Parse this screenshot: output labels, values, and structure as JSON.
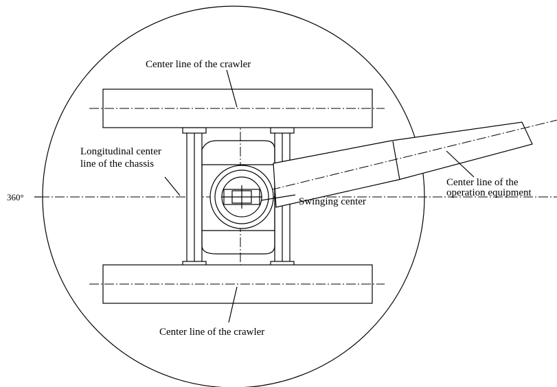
{
  "diagram": {
    "labels": {
      "crawler_top": "Center line of the crawler",
      "crawler_bottom": "Center line of the crawler",
      "longitudinal_line1": "Longitudinal center",
      "longitudinal_line2": "line of the chassis",
      "operation_line1": "Center line of the",
      "operation_line2": "operation equipment",
      "swinging": "Swinging center",
      "angle": "360°"
    }
  }
}
